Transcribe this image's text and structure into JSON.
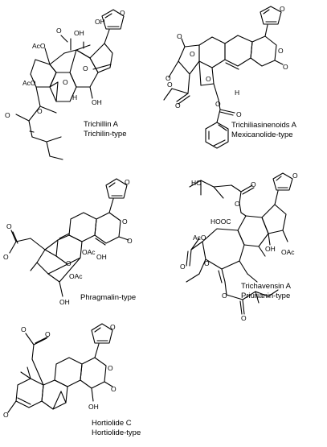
{
  "compounds": [
    {
      "id": "trichillin",
      "name": "Trichillin A",
      "type": "Trichilin-type",
      "atoms": [
        "O",
        "OH",
        "OH",
        "AcO",
        "AcO",
        "O",
        "OH",
        "H",
        "O",
        "O",
        "O",
        "O"
      ]
    },
    {
      "id": "trichiliasinenoids",
      "name": "Trichiliasinenoids A",
      "type": "Mexicanolide-type",
      "atoms": [
        "O",
        "O",
        "O",
        "O",
        "O",
        "O",
        "O",
        "O",
        "O",
        "H",
        "O",
        "O"
      ]
    },
    {
      "id": "phragmalin",
      "name": "",
      "type": "Phragmalin-type",
      "atoms": [
        "O",
        "O",
        "O",
        "O",
        "O",
        "OAc",
        "OAc",
        "OH",
        "OH",
        "O"
      ]
    },
    {
      "id": "trichavensin",
      "name": "Trichavensin A",
      "type": "Priurianin-type",
      "atoms": [
        "HO",
        "O",
        "O",
        "AcO",
        "HOOC",
        "O",
        "O",
        "O",
        "OH",
        "OAc",
        "O",
        "O"
      ]
    },
    {
      "id": "hortiolide",
      "name": "Hortiolide C",
      "type": "Hortiolide-type",
      "atoms": [
        "O",
        "O",
        "O",
        "O",
        "O",
        "O",
        "OH"
      ]
    }
  ]
}
